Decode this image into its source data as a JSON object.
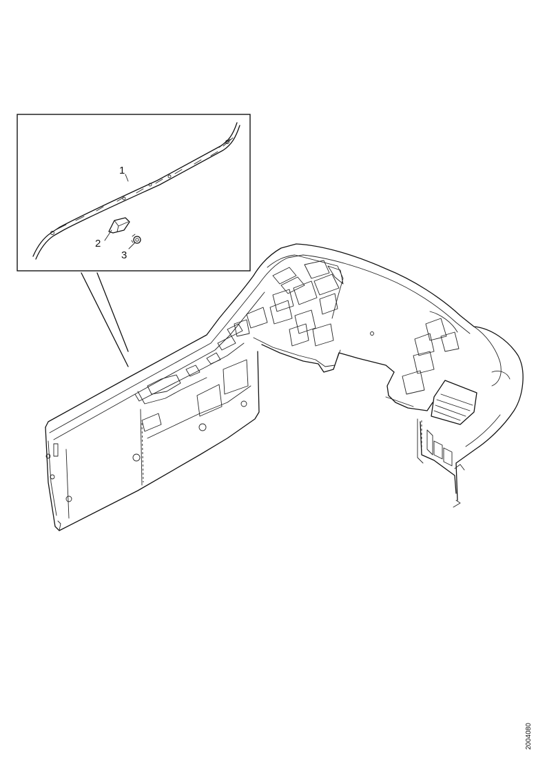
{
  "diagram": {
    "callouts": [
      {
        "id": "1",
        "label": "1"
      },
      {
        "id": "2",
        "label": "2"
      },
      {
        "id": "3",
        "label": "3"
      }
    ],
    "reference_code": "2004080"
  }
}
